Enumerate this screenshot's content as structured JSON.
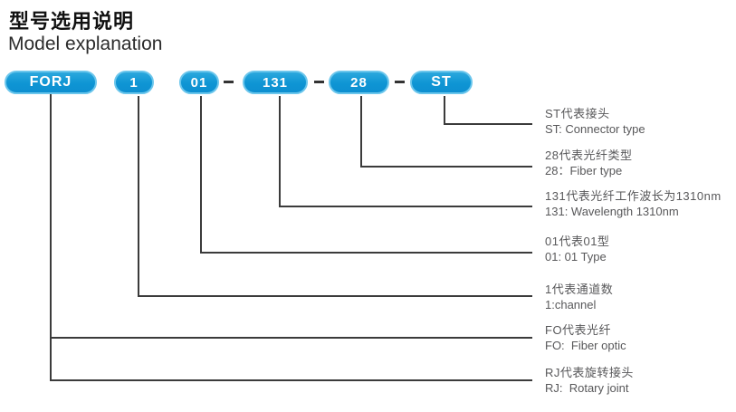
{
  "title": {
    "zh": "型号选用说明",
    "en": "Model explanation"
  },
  "model_code": {
    "separator": "–",
    "segments": [
      {
        "label": "FORJ"
      },
      {
        "label": "1"
      },
      {
        "label": "01"
      },
      {
        "label": "131"
      },
      {
        "label": "28"
      },
      {
        "label": "ST"
      }
    ]
  },
  "annotations": [
    {
      "zh": "ST代表接头",
      "en": "ST: Connector type"
    },
    {
      "zh": "28代表光纤类型",
      "en": "28：Fiber type"
    },
    {
      "zh": "131代表光纤工作波长为1310nm",
      "en": "131: Wavelength 1310nm"
    },
    {
      "zh": "01代表01型",
      "en": "01: 01 Type"
    },
    {
      "zh": "1代表通道数",
      "en": "1:channel"
    },
    {
      "zh": "FO代表光纤",
      "en": "FO:  Fiber optic"
    },
    {
      "zh": "RJ代表旋转接头",
      "en": "RJ:  Rotary joint"
    }
  ],
  "colors": {
    "pill_fill": "#0e95d4",
    "pill_border": "#6bc6ec",
    "pill_text": "#ffffff",
    "connector_line": "#3b3b3b",
    "annotation_text": "#58585a",
    "title_text": "#111111"
  }
}
